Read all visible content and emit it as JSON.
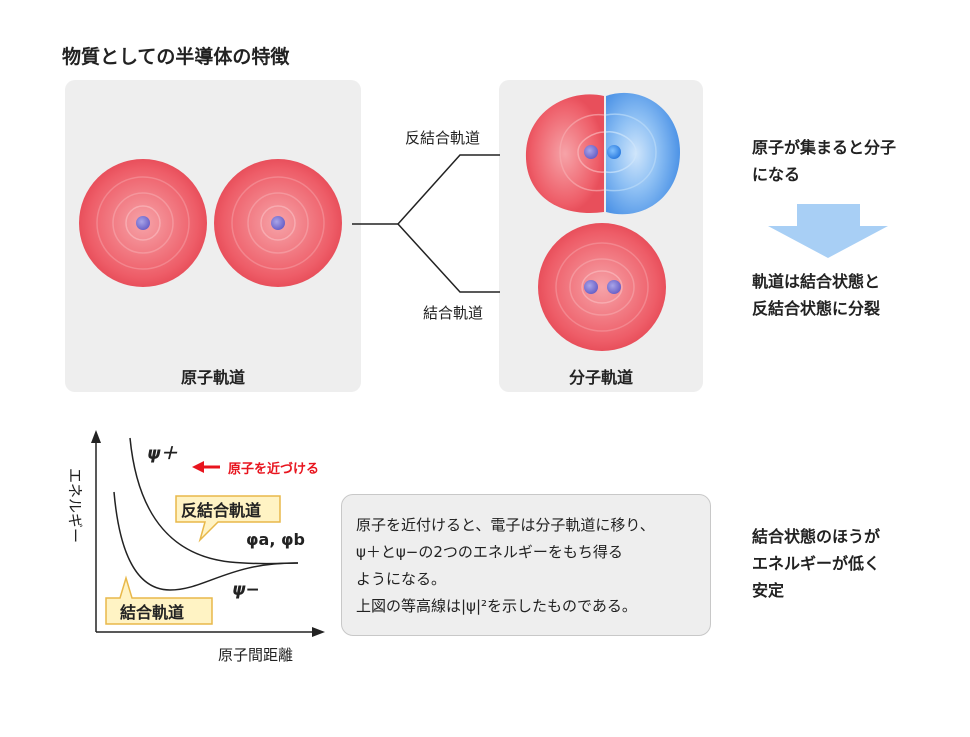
{
  "title": "物質としての半導体の特徴",
  "panels": {
    "atomic_label": "原子軌道",
    "molecular_label": "分子軌道"
  },
  "orbitals": {
    "antibonding_label": "反結合軌道",
    "bonding_label": "結合軌道"
  },
  "side_notes": {
    "note1_line1": "原子が集まると分子",
    "note1_line2": "になる",
    "note2_line1": "軌道は結合状態と",
    "note2_line2": "反結合状態に分裂",
    "note3_line1": "結合状態のほうが",
    "note3_line2": "エネルギーが低く",
    "note3_line3": "安定"
  },
  "energy_graph": {
    "y_axis_label": "エネルギー",
    "x_axis_label": "原子間距離",
    "psi_plus": "ψ＋",
    "psi_minus": "ψ−",
    "phi_label": "φa, φb",
    "approach_label": "原子を近づける",
    "antibonding_callout": "反結合軌道",
    "bonding_callout": "結合軌道"
  },
  "explanation": {
    "line1": "原子を近付けると、電子は分子軌道に移り、",
    "line2": "ψ＋とψ−の2つのエネルギーをもち得る",
    "line3": "ようになる。",
    "line4": "上図の等高線は|ψ|²を示したものである。"
  },
  "colors": {
    "red_orbital": "#f0646e",
    "blue_orbital": "#5aa0f0",
    "arrow_blue": "#a8cff5",
    "approach_arrow": "#e8141e",
    "callout_fill": "#fff3c4",
    "callout_border": "#e8b84a"
  }
}
